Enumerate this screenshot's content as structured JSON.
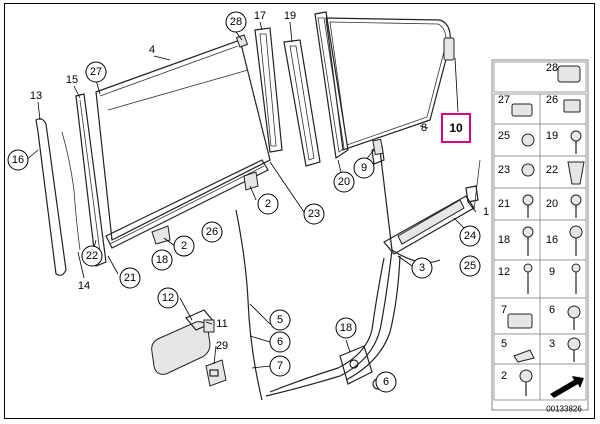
{
  "diagram": {
    "image_id": "00133826",
    "highlight_color": "#e6007e",
    "callouts_circled": [
      {
        "key": "c28a",
        "label": "28"
      },
      {
        "key": "c27a",
        "label": "27"
      },
      {
        "key": "c16a",
        "label": "16"
      },
      {
        "key": "c22a",
        "label": "22"
      },
      {
        "key": "c21a",
        "label": "21"
      },
      {
        "key": "c18a",
        "label": "18"
      },
      {
        "key": "c2a",
        "label": "2"
      },
      {
        "key": "c2b",
        "label": "2"
      },
      {
        "key": "c26a",
        "label": "26"
      },
      {
        "key": "c23a",
        "label": "23"
      },
      {
        "key": "c20a",
        "label": "20"
      },
      {
        "key": "c9a",
        "label": "9"
      },
      {
        "key": "c3a",
        "label": "3"
      },
      {
        "key": "c24a",
        "label": "24"
      },
      {
        "key": "c25a",
        "label": "25"
      },
      {
        "key": "c12a",
        "label": "12"
      },
      {
        "key": "c5a",
        "label": "5"
      },
      {
        "key": "c6a",
        "label": "6"
      },
      {
        "key": "c7a",
        "label": "7"
      },
      {
        "key": "c18b",
        "label": "18"
      },
      {
        "key": "c6b",
        "label": "6"
      }
    ],
    "labels_plain": [
      {
        "key": "l17",
        "label": "17"
      },
      {
        "key": "l19",
        "label": "19"
      },
      {
        "key": "l4",
        "label": "4"
      },
      {
        "key": "l15",
        "label": "15"
      },
      {
        "key": "l13",
        "label": "13"
      },
      {
        "key": "l14",
        "label": "14"
      },
      {
        "key": "l8",
        "label": "8"
      },
      {
        "key": "l1",
        "label": "1"
      },
      {
        "key": "l11",
        "label": "11"
      },
      {
        "key": "l29",
        "label": "29"
      }
    ],
    "highlighted_label": "10",
    "grid_labels": [
      {
        "key": "g28",
        "label": "28"
      },
      {
        "key": "g27",
        "label": "27"
      },
      {
        "key": "g26",
        "label": "26"
      },
      {
        "key": "g25",
        "label": "25"
      },
      {
        "key": "g19",
        "label": "19"
      },
      {
        "key": "g23",
        "label": "23"
      },
      {
        "key": "g22",
        "label": "22"
      },
      {
        "key": "g21",
        "label": "21"
      },
      {
        "key": "g20",
        "label": "20"
      },
      {
        "key": "g18",
        "label": "18"
      },
      {
        "key": "g16",
        "label": "16"
      },
      {
        "key": "g12",
        "label": "12"
      },
      {
        "key": "g9",
        "label": "9"
      },
      {
        "key": "g7",
        "label": "7"
      },
      {
        "key": "g6",
        "label": "6"
      },
      {
        "key": "g5",
        "label": "5"
      },
      {
        "key": "g3",
        "label": "3"
      },
      {
        "key": "g2",
        "label": "2"
      }
    ]
  }
}
